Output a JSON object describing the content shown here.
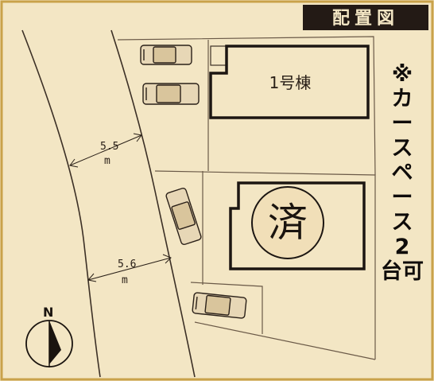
{
  "header": {
    "title": "配置図"
  },
  "buildings": [
    {
      "label": "1号棟"
    },
    {
      "stamp": "済"
    }
  ],
  "dimensions": [
    {
      "value": "5.5",
      "unit": "m"
    },
    {
      "value": "5.6",
      "unit": "m"
    }
  ],
  "note": {
    "text": "※カースペース2台可",
    "chars": [
      "※",
      "カ",
      "ー",
      "ス",
      "ペ",
      "ー",
      "ス",
      "2",
      "台可"
    ]
  },
  "compass": {
    "label": "N"
  }
}
